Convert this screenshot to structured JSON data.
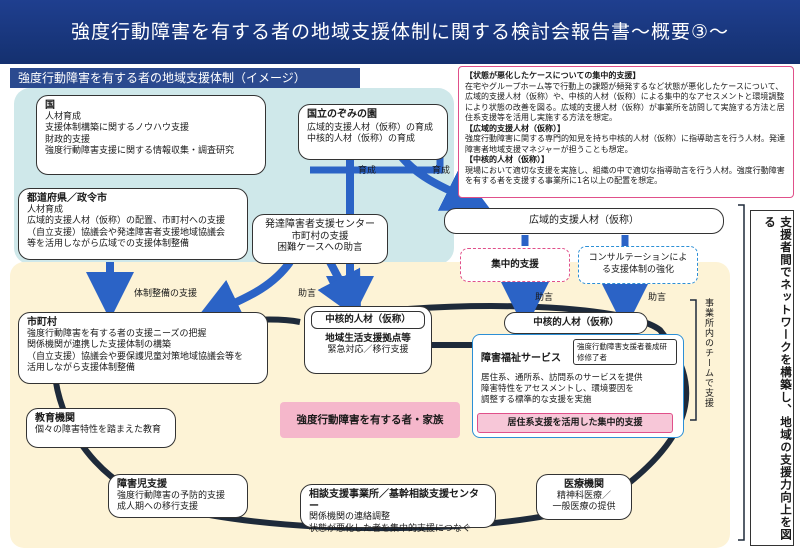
{
  "title": "強度行動障害を有する者の地域支援体制に関する検討会報告書～概要③～",
  "section_title": "強度行動障害を有する者の地域支援体制（イメージ）",
  "national": {
    "title": "国",
    "lines": [
      "人材育成",
      "支援体制構築に関するノウハウ支援",
      "財政的支援",
      "強度行動障害支援に関する情報収集・調査研究"
    ]
  },
  "nozomi": {
    "title": "国立のぞみの園",
    "lines": [
      "広域的支援人材（仮称）の育成",
      "中核的人材（仮称）の育成"
    ]
  },
  "prefecture": {
    "title": "都道府県／政令市",
    "lines": [
      "人材育成",
      "広域的支援人材（仮称）の配置、市町村への支援",
      "（自立支援）協議会や発達障害者支援地域協議会",
      "等を活用しながら広域での支援体制整備"
    ]
  },
  "dd_center": {
    "title": "発達障害者支援センター",
    "lines": [
      "市町村の支援",
      "困難ケースへの助言"
    ]
  },
  "info_box": {
    "h1": "【状態が悪化したケースについての集中的支援】",
    "p1": "在宅やグループホーム等で行動上の課題が頻発するなど状態が悪化したケースについて、広域的支援人材（仮称）や、中核的人材（仮称）による集中的なアセスメントと環境調整により状態の改善を図る。広域的支援人材（仮称）が事業所を訪問して実施する方法と居住系支援等を活用し実施する方法を想定。",
    "h2": "【広域的支援人材（仮称）】",
    "p2": "強度行動障害に関する専門的知見を持ち中核的人材（仮称）に指導助言を行う人材。発達障害者地域支援マネジャーが担うことも想定。",
    "h3": "【中核的人材（仮称）】",
    "p3": "現場において適切な支援を実施し、組織の中で適切な指導助言を行う人材。強度行動障害を有する者を支援する事業所に1名以上の配置を想定。"
  },
  "wide_area": "広域的支援人材（仮称）",
  "intensive": "集中的支援",
  "consult": "コンサルテーションによる支援体制の強化",
  "core_right": "中核的人材（仮称）",
  "core_center": "中核的人材（仮称）",
  "hub": {
    "title": "地域生活支援拠点等",
    "line": "緊急対応／移行支援"
  },
  "welfare": {
    "title": "障害福祉サービス",
    "trainer": "強度行動障害支援者養成研修修了者",
    "lines": [
      "居住系、通所系、訪問系のサービスを提供",
      "障害特性をアセスメントし、環境要因を",
      "調整する標準的な支援を実施"
    ],
    "residential": "居住系支援を活用した集中的支援"
  },
  "team_label": "事業所内のチームで支援",
  "network_label": "支援者間でネットワークを構築し、地域の支援力向上を図る",
  "municipality": {
    "title": "市町村",
    "lines": [
      "強度行動障害を有する者の支援ニーズの把握",
      "関係機関が連携した支援体制の構築",
      "（自立支援）協議会や要保護児童対策地域協議会等を",
      "活用しながら支援体制整備"
    ]
  },
  "center_person": "強度行動障害を有する者・家族",
  "education": {
    "title": "教育機関",
    "line": "個々の障害特性を踏まえた教育"
  },
  "child": {
    "title": "障害児支援",
    "lines": [
      "強度行動障害の予防的支援",
      "成人期への移行支援"
    ]
  },
  "consultation": {
    "title": "相談支援事業所／基幹相談支援センター",
    "lines": [
      "関係機関の連絡調整",
      "状態が悪化した者を集中的支援につなぐ"
    ]
  },
  "medical": {
    "title": "医療機関",
    "lines": [
      "精神科医療／",
      "一般医療の提供"
    ]
  },
  "arrow_labels": {
    "ikusei1": "育成",
    "ikusei2": "育成",
    "taisei": "体制整備の支援",
    "jogen1": "助言",
    "jogen2": "助言",
    "jogen3": "助言"
  },
  "colors": {
    "header": "#1f3f8f",
    "arrow": "#2b63c6",
    "pink": "#e0508a",
    "cyan": "#2c8fd6",
    "zone_blue": "#cfe8ea",
    "zone_yellow": "#fdf3d6"
  }
}
